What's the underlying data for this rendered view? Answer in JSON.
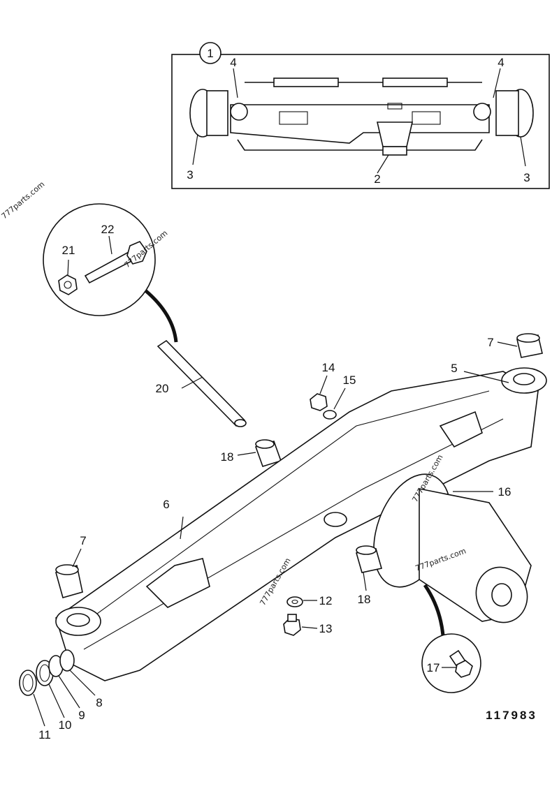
{
  "figure_number": "117983",
  "inset": {
    "callout": "1"
  },
  "callouts": {
    "c2": "2",
    "c3a": "3",
    "c3b": "3",
    "c4a": "4",
    "c4b": "4",
    "c5": "5",
    "c6": "6",
    "c7a": "7",
    "c7b": "7",
    "c8": "8",
    "c9": "9",
    "c10": "10",
    "c11": "11",
    "c12": "12",
    "c13": "13",
    "c14": "14",
    "c15": "15",
    "c16": "16",
    "c17": "17",
    "c18a": "18",
    "c18b": "18",
    "c20": "20",
    "c21": "21",
    "c22": "22"
  },
  "watermarks": [
    "777parts.com",
    "777parts.com",
    "777parts.com",
    "777parts.com",
    "777parts.com"
  ]
}
